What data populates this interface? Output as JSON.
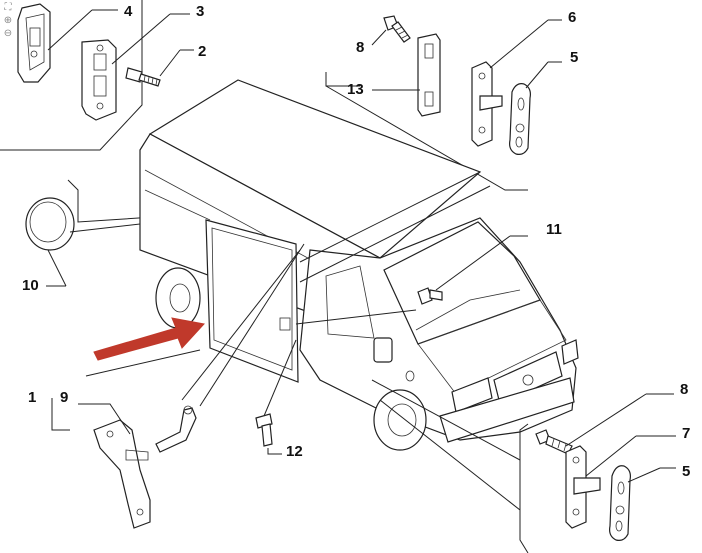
{
  "toolbar": {
    "fit_icon": "fit-screen-icon",
    "zoom_in_icon": "zoom-in-icon",
    "zoom_out_icon": "zoom-out-icon"
  },
  "callouts": {
    "c1": "1",
    "c2": "2",
    "c3": "3",
    "c4": "4",
    "c5a": "5",
    "c5b": "5",
    "c6": "6",
    "c7": "7",
    "c8a": "8",
    "c8b": "8",
    "c9": "9",
    "c10": "10",
    "c11": "11",
    "c12": "12",
    "c13": "13"
  },
  "colors": {
    "arrow": "#c0392b",
    "line": "#222222"
  }
}
